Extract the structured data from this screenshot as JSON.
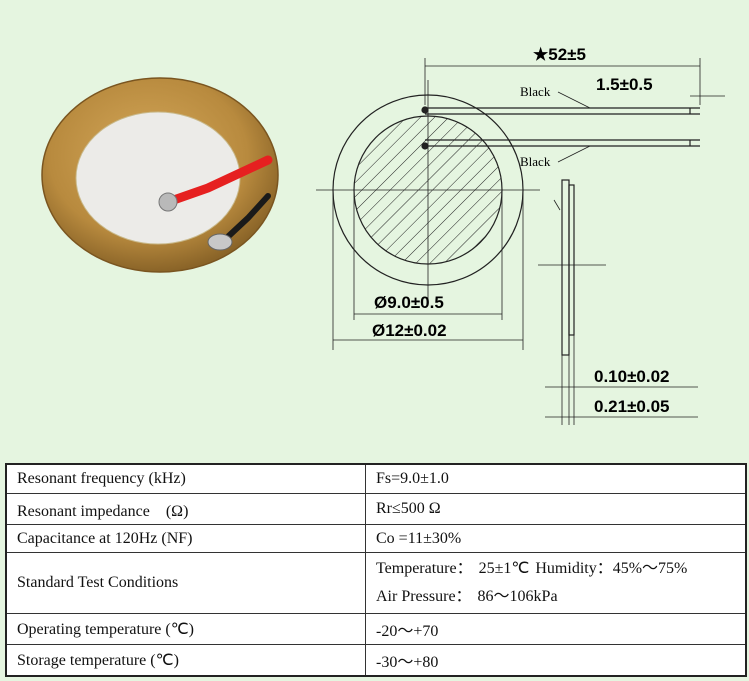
{
  "drawing": {
    "dim_total_length": "★52±5",
    "dim_strip": "1.5±0.5",
    "wire_label_top": "Black",
    "wire_label_bottom": "Black",
    "dim_inner_diameter": "Ø9.0±0.5",
    "dim_outer_diameter": "Ø12±0.02",
    "dim_thickness_1": "0.10±0.02",
    "dim_thickness_2": "0.21±0.05"
  },
  "photo": {
    "plate_color": "#b88a3e",
    "ceramic_color": "#ecebe8",
    "wire_red": "#e62020",
    "wire_black": "#1a1a1a"
  },
  "table": {
    "rows": [
      {
        "param": "Resonant frequency (kHz)",
        "value": "Fs=9.0±1.0"
      },
      {
        "param": "Resonant impedance　(Ω)",
        "value": "Rr≤500 Ω"
      },
      {
        "param": "Capacitance at 120Hz (NF)",
        "value": "Co =11±30%"
      },
      {
        "param": "Standard Test Conditions",
        "value_line1_a": "Temperature：",
        "value_line1_b": "25±1℃",
        "value_line1_c": "Humidity：45%～75%",
        "value_line2_a": "Air Pressure：",
        "value_line2_b": "86～106kPa"
      },
      {
        "param": "Operating temperature (℃)",
        "value": "-20～+70"
      },
      {
        "param": "Storage temperature (℃)",
        "value": "-30～+80"
      }
    ]
  }
}
